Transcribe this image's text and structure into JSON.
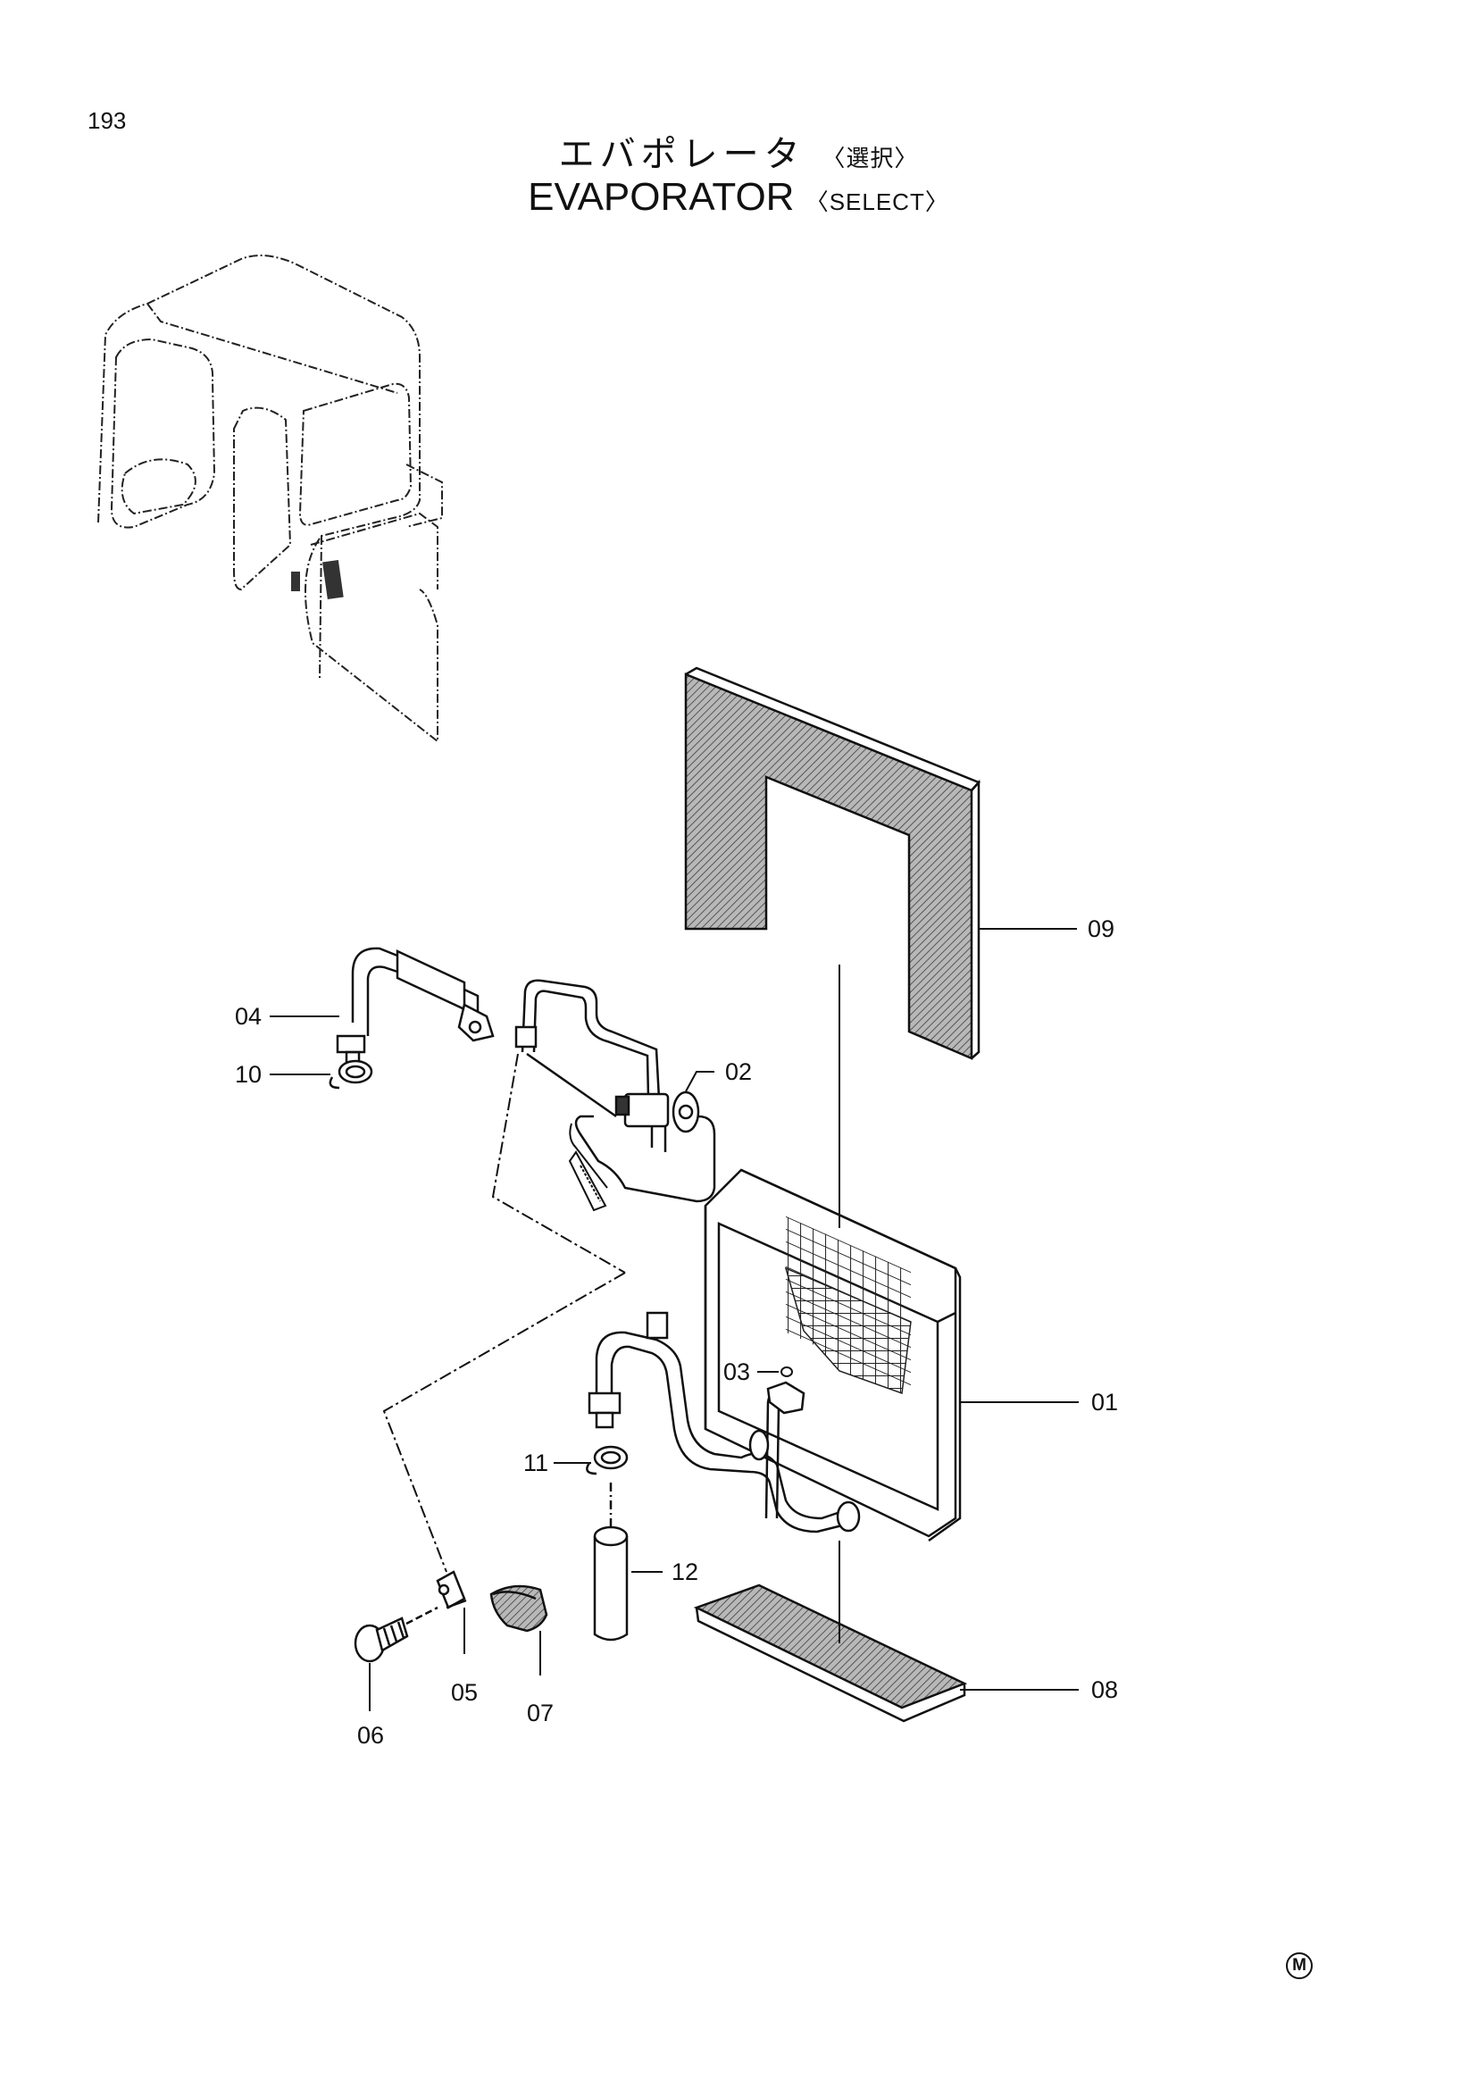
{
  "page": {
    "number": "193"
  },
  "title": {
    "jp": "エバポレータ",
    "jp_sub": "〈選択〉",
    "en": "EVAPORATOR",
    "en_sub": "〈SELECT〉"
  },
  "callouts": [
    "01",
    "02",
    "03",
    "04",
    "05",
    "06",
    "07",
    "08",
    "09",
    "10",
    "11",
    "12"
  ],
  "footer": {
    "mark": "M"
  },
  "colors": {
    "line": "#111111",
    "background": "#ffffff",
    "hatch": "#8a8a8a"
  }
}
